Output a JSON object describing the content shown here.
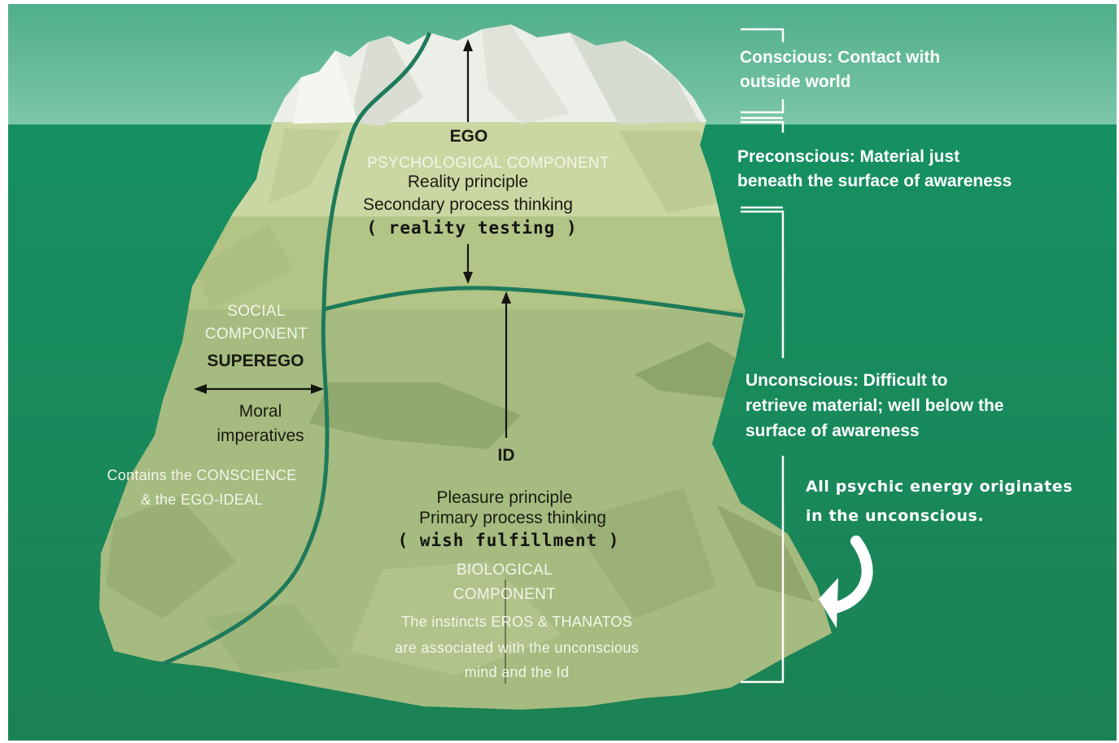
{
  "colors": {
    "sky": "#68bc9c",
    "water": "#1b8a5b",
    "ice_top": "#ebeee7",
    "ice_mid": "#bccd8f",
    "ice_deep": "#9eb47a",
    "boundary": "#1d7a5a",
    "side_text": "#ffffff"
  },
  "iceberg": {
    "ego_title": "EGO",
    "ego_component": "PSYCHOLOGICAL COMPONENT",
    "ego_principle": "Reality principle",
    "ego_thinking": "Secondary process thinking",
    "ego_testing": "( reality testing )",
    "superego_component_1": "SOCIAL",
    "superego_component_2": "COMPONENT",
    "superego_title": "SUPEREGO",
    "superego_moral_1": "Moral",
    "superego_moral_2": "imperatives",
    "superego_contains_1": "Contains the CONSCIENCE",
    "superego_contains_2": "& the EGO-IDEAL",
    "id_title": "ID",
    "id_principle": "Pleasure principle",
    "id_thinking": "Primary process  thinking",
    "id_wish": "( wish fulfillment )",
    "id_component_1": "BIOLOGICAL",
    "id_component_2": "COMPONENT",
    "id_instincts_1": "The instincts EROS & THANATOS",
    "id_instincts_2": "are associated with the unconscious",
    "id_instincts_3": "mind and the Id"
  },
  "levels": {
    "conscious_1": "Conscious: Contact with",
    "conscious_2": "outside world",
    "preconscious_1": "Preconscious: Material just",
    "preconscious_2": "beneath the surface of awareness",
    "unconscious_1": "Unconscious: Difficult to",
    "unconscious_2": "retrieve material; well below the",
    "unconscious_3": "surface of awareness"
  },
  "note": {
    "line_1": "All psychic energy originates",
    "line_2": "in the unconscious."
  }
}
